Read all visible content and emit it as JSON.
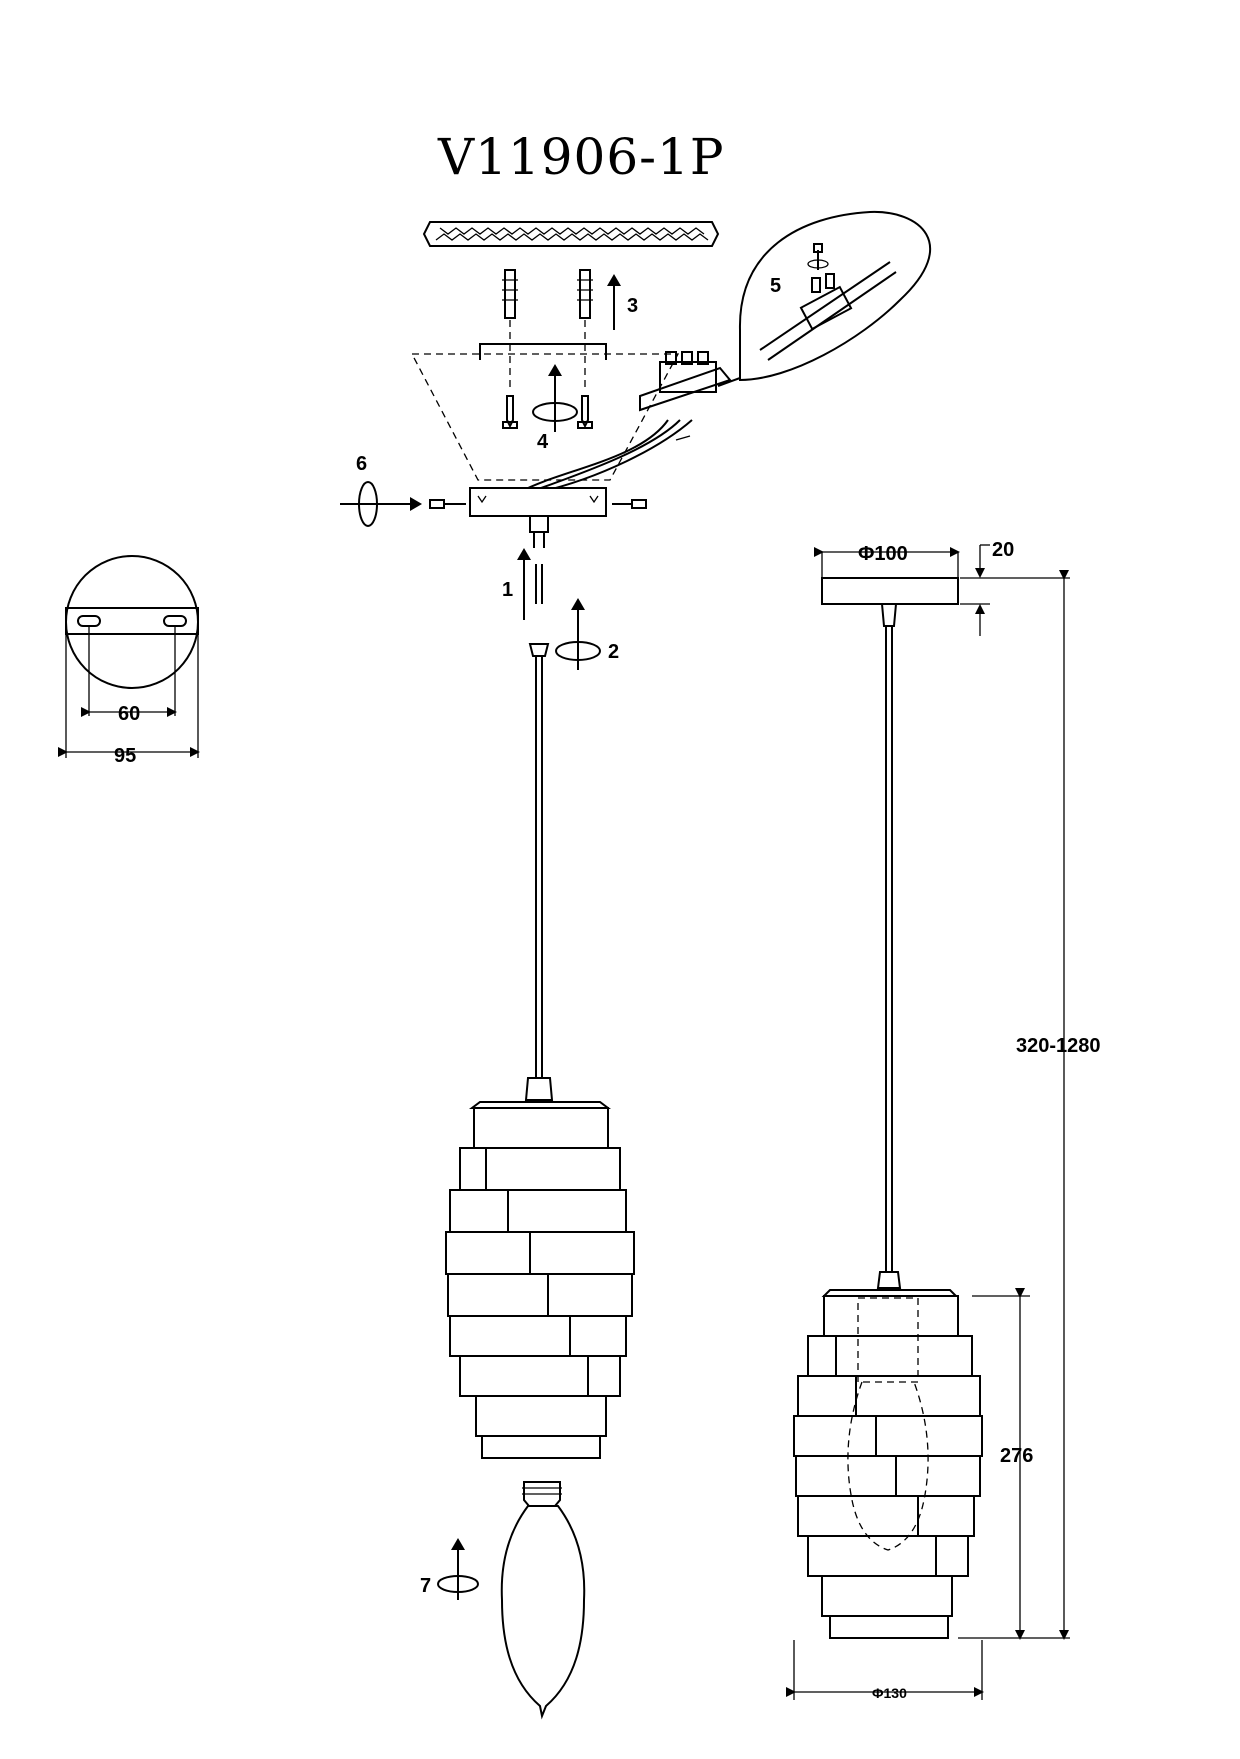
{
  "title": "V11906-1P",
  "steps": {
    "s1": "1",
    "s2": "2",
    "s3": "3",
    "s4": "4",
    "s5": "5",
    "s6": "6",
    "s7": "7"
  },
  "dimensions": {
    "plate_hole_spacing": "60",
    "plate_diameter": "95",
    "canopy_diameter": "Φ100",
    "canopy_height": "20",
    "total_height": "320-1280",
    "shade_height": "276",
    "shade_diameter": "Φ130"
  }
}
